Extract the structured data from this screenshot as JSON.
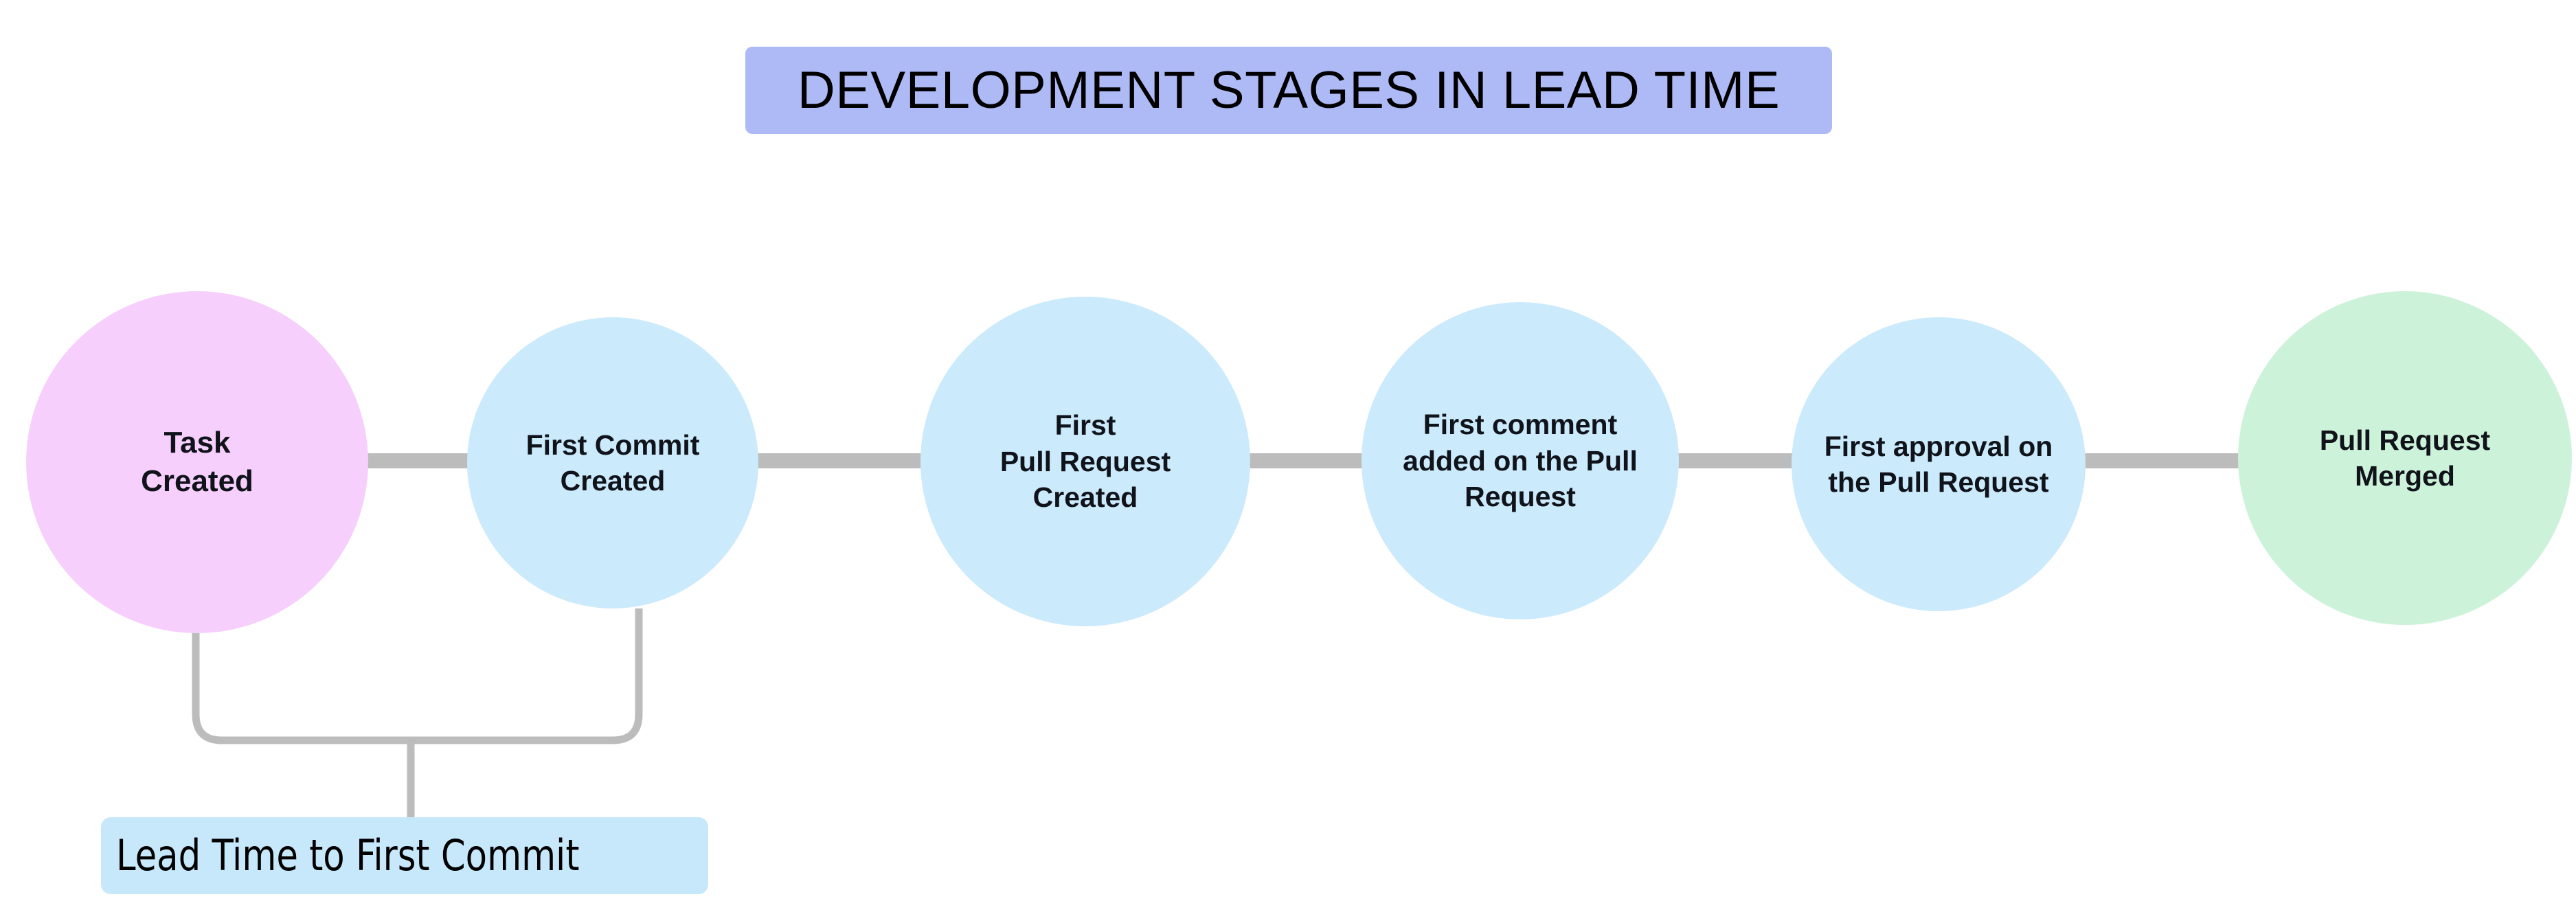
{
  "diagram": {
    "title": "DEVELOPMENT STAGES IN LEAD TIME",
    "background_color": "#ffffff",
    "title_bg_color": "#aebaf5",
    "connector_color": "#bcbcbc",
    "stages": [
      {
        "id": "task-created",
        "label": "Task\nCreated",
        "color": "#f6cffc",
        "order": 1
      },
      {
        "id": "first-commit-created",
        "label": "First Commit\nCreated",
        "color": "#cbeafc",
        "order": 2
      },
      {
        "id": "first-pull-request-created",
        "label": "First\nPull Request\nCreated",
        "color": "#cbeafc",
        "order": 3
      },
      {
        "id": "first-comment-added",
        "label": "First comment\nadded on the Pull\nRequest",
        "color": "#cbeafc",
        "order": 4
      },
      {
        "id": "first-approval",
        "label": "First approval on\nthe Pull Request",
        "color": "#cbeafc",
        "order": 5
      },
      {
        "id": "pull-request-merged",
        "label": "Pull Request\nMerged",
        "color": "#cdf2da",
        "order": 6
      }
    ],
    "annotation": {
      "label": "Lead Time to First Commit",
      "color": "#c7e8fb",
      "spans_from": "task-created",
      "spans_to": "first-commit-created"
    }
  }
}
